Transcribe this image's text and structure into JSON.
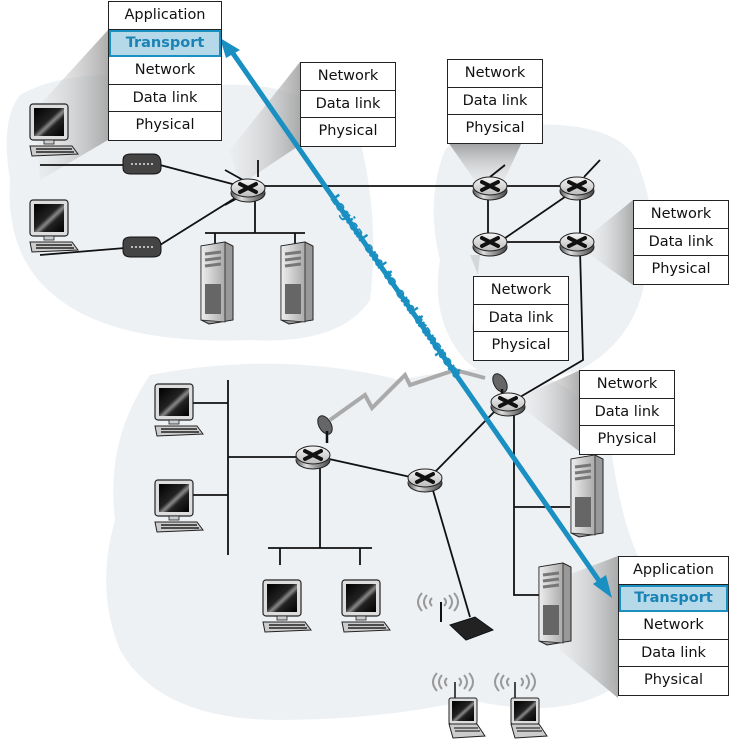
{
  "colors": {
    "cloud": "#eef1f4",
    "transport_highlight_bg": "#b5d9e9",
    "transport_text": "#1a83b5",
    "arrow": "#1a8fc1",
    "line": "#111111"
  },
  "end_host_top": {
    "layers": [
      "Application",
      "Transport",
      "Network",
      "Data link",
      "Physical"
    ],
    "highlight": "Transport"
  },
  "end_host_bottom": {
    "layers": [
      "Application",
      "Transport",
      "Network",
      "Data link",
      "Physical"
    ],
    "highlight": "Transport"
  },
  "router_stacks": [
    {
      "id": "router-left",
      "layers": [
        "Network",
        "Data link",
        "Physical"
      ]
    },
    {
      "id": "router-top-right",
      "layers": [
        "Network",
        "Data link",
        "Physical"
      ]
    },
    {
      "id": "router-right",
      "layers": [
        "Network",
        "Data link",
        "Physical"
      ]
    },
    {
      "id": "router-middle",
      "layers": [
        "Network",
        "Data link",
        "Physical"
      ]
    },
    {
      "id": "router-bottom-right",
      "layers": [
        "Network",
        "Data link",
        "Physical"
      ]
    }
  ],
  "arrow_label": "Logical end-to-end transport",
  "icons": [
    "desktop-computer-icon",
    "modem-icon",
    "router-icon",
    "server-icon",
    "satellite-dish-icon",
    "wireless-access-point-icon",
    "laptop-icon",
    "wireless-signal-icon"
  ]
}
